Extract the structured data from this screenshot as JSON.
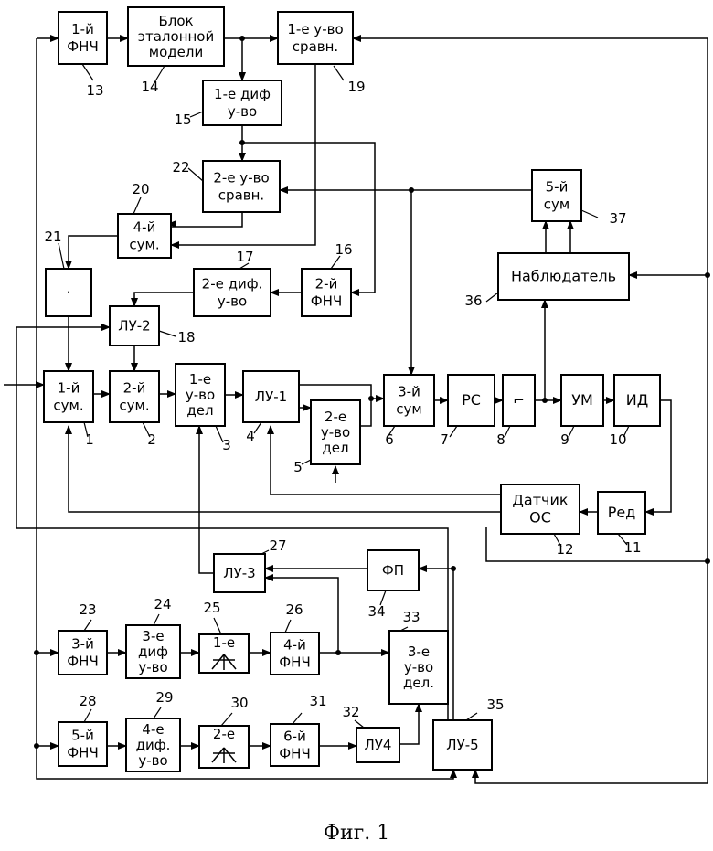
{
  "blocks": [
    {
      "id": "b13",
      "lines": [
        "1-й",
        "ФНЧ"
      ],
      "num": "13"
    },
    {
      "id": "b14",
      "lines": [
        "Блок",
        "эталонной",
        "модели"
      ],
      "num": "14"
    },
    {
      "id": "b19",
      "lines": [
        "1-е у-во",
        "сравн."
      ],
      "num": "19"
    },
    {
      "id": "b15",
      "lines": [
        "1-е диф",
        "у-во"
      ],
      "num": "15"
    },
    {
      "id": "b22",
      "lines": [
        "2-е у-во",
        "сравн."
      ],
      "num": "22"
    },
    {
      "id": "b20",
      "lines": [
        "4-й",
        "сум."
      ],
      "num": "20"
    },
    {
      "id": "b21",
      "lines": [
        "·"
      ],
      "num": "21"
    },
    {
      "id": "b17",
      "lines": [
        "2-е диф.",
        "у-во"
      ],
      "num": "17"
    },
    {
      "id": "b16",
      "lines": [
        "2-й",
        "ФНЧ"
      ],
      "num": "16"
    },
    {
      "id": "b18",
      "lines": [
        "ЛУ-2"
      ],
      "num": "18"
    },
    {
      "id": "b37",
      "lines": [
        "5-й",
        "сум"
      ],
      "num": "37"
    },
    {
      "id": "b36",
      "lines": [
        "Наблюдатель"
      ],
      "num": "36"
    },
    {
      "id": "b1",
      "lines": [
        "1-й",
        "сум."
      ],
      "num": "1"
    },
    {
      "id": "b2",
      "lines": [
        "2-й",
        "сум."
      ],
      "num": "2"
    },
    {
      "id": "b3",
      "lines": [
        "1-е",
        "у-во",
        "дел"
      ],
      "num": "3"
    },
    {
      "id": "b4",
      "lines": [
        "ЛУ-1"
      ],
      "num": "4"
    },
    {
      "id": "b5",
      "lines": [
        "2-е",
        "у-во",
        "дел"
      ],
      "num": "5"
    },
    {
      "id": "b6",
      "lines": [
        "3-й",
        "сум"
      ],
      "num": "6"
    },
    {
      "id": "b7",
      "lines": [
        "РС"
      ],
      "num": "7"
    },
    {
      "id": "b8",
      "lines": [
        "⌐"
      ],
      "num": "8"
    },
    {
      "id": "b9",
      "lines": [
        "УМ"
      ],
      "num": "9"
    },
    {
      "id": "b10",
      "lines": [
        "ИД"
      ],
      "num": "10"
    },
    {
      "id": "b12",
      "lines": [
        "Датчик",
        "ОС"
      ],
      "num": "12"
    },
    {
      "id": "b11",
      "lines": [
        "Ред"
      ],
      "num": "11"
    },
    {
      "id": "b27",
      "lines": [
        "ЛУ-3"
      ],
      "num": "27"
    },
    {
      "id": "b34",
      "lines": [
        "ФП"
      ],
      "num": "34"
    },
    {
      "id": "b23",
      "lines": [
        "3-й",
        "ФНЧ"
      ],
      "num": "23"
    },
    {
      "id": "b24",
      "lines": [
        "3-е",
        "диф",
        "у-во"
      ],
      "num": "24"
    },
    {
      "id": "b25",
      "lines": [
        "1-е"
      ],
      "num": "25"
    },
    {
      "id": "b26",
      "lines": [
        "4-й",
        "ФНЧ"
      ],
      "num": "26"
    },
    {
      "id": "b33",
      "lines": [
        "3-е",
        "у-во",
        "дел."
      ],
      "num": "33"
    },
    {
      "id": "b28",
      "lines": [
        "5-й",
        "ФНЧ"
      ],
      "num": "28"
    },
    {
      "id": "b29",
      "lines": [
        "4-е",
        "диф.",
        "у-во"
      ],
      "num": "29"
    },
    {
      "id": "b30",
      "lines": [
        "2-е"
      ],
      "num": "30"
    },
    {
      "id": "b31",
      "lines": [
        "6-й",
        "ФНЧ"
      ],
      "num": "31"
    },
    {
      "id": "b32",
      "lines": [
        "ЛУ4"
      ],
      "num": "32"
    },
    {
      "id": "b35",
      "lines": [
        "ЛУ-5"
      ],
      "num": "35"
    }
  ],
  "caption": "Фиг. 1"
}
